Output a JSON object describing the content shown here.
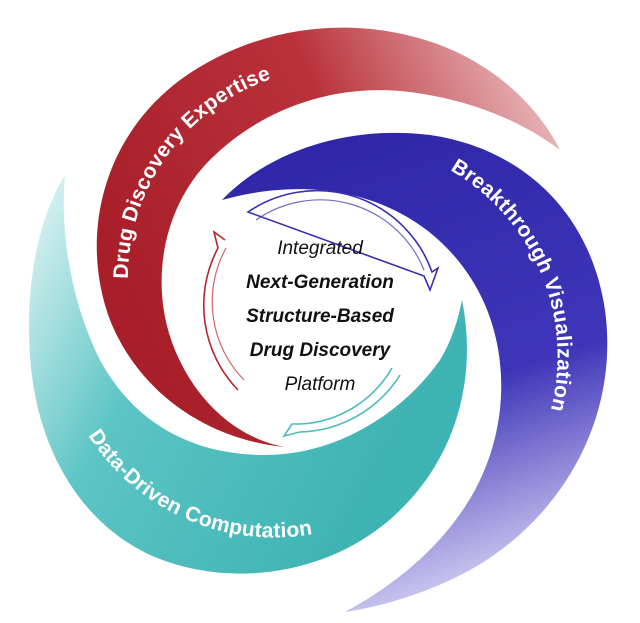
{
  "arms": [
    {
      "label": "Drug Discovery Expertise",
      "color": "#b5262f",
      "fade": "#d98a8f"
    },
    {
      "label": "Breakthrough Visualization",
      "color": "#3a2fb4",
      "fade": "#b7b2e6"
    },
    {
      "label": "Data-Driven Computation",
      "color": "#4cbcbc",
      "fade": "#d6f0f0"
    }
  ],
  "center": {
    "line1": "Integrated",
    "line2": "Next-Generation",
    "line3": "Structure-Based",
    "line4": "Drug Discovery",
    "line5": "Platform"
  },
  "inner_arrow_colors": [
    "#b5262f",
    "#3a2fb4",
    "#4cbcbc"
  ]
}
